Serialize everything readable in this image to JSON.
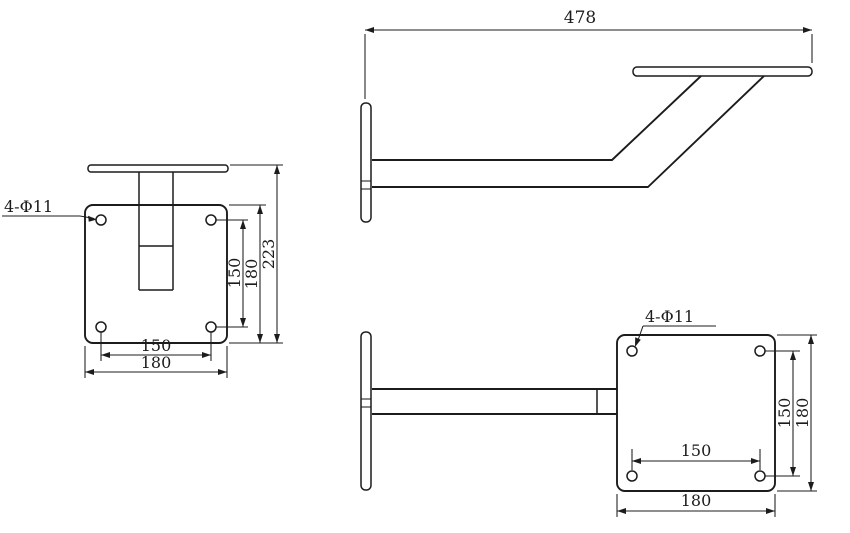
{
  "colors": {
    "ink": "#1c1c1c",
    "background": "#ffffff"
  },
  "drawing": {
    "front_view": {
      "hole_callout": "4-Φ11",
      "dim_hole_spacing_vertical": "150",
      "dim_plate_height": "180",
      "dim_overall_height": "223",
      "dim_hole_spacing_horizontal": "150",
      "dim_plate_width": "180"
    },
    "side_view": {
      "dim_overall_length": "478"
    },
    "top_view": {
      "hole_callout": "4-Φ11",
      "dim_hole_spacing_vertical": "150",
      "dim_plate_height": "180",
      "dim_hole_spacing_horizontal": "150",
      "dim_plate_width": "180"
    }
  }
}
